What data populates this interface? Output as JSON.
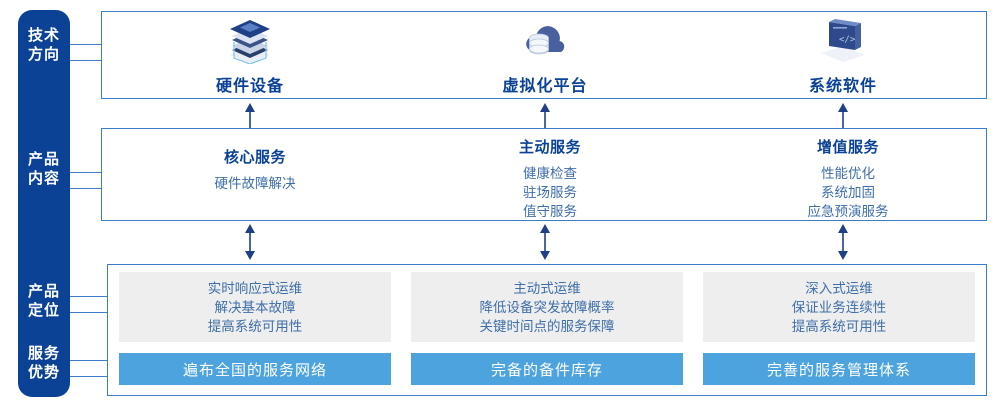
{
  "rail": {
    "groups": [
      {
        "name": "tech-direction",
        "lines": [
          "技术",
          "方向"
        ]
      },
      {
        "name": "product-content",
        "lines": [
          "产品",
          "内容"
        ]
      },
      {
        "name": "product-positioning",
        "lines": [
          "产品",
          "定位"
        ]
      },
      {
        "name": "service-advantage",
        "lines": [
          "服务",
          "优势"
        ]
      }
    ]
  },
  "tech_row": {
    "items": [
      {
        "icon": "server-stack-icon",
        "label": "硬件设备"
      },
      {
        "icon": "cloud-database-icon",
        "label": "虚拟化平台"
      },
      {
        "icon": "laptop-code-icon",
        "label": "系统软件"
      }
    ]
  },
  "content_row": {
    "columns": [
      {
        "title": "核心服务",
        "items": [
          "硬件故障解决"
        ]
      },
      {
        "title": "主动服务",
        "items": [
          "健康检查",
          "驻场服务",
          "值守服务"
        ]
      },
      {
        "title": "增值服务",
        "items": [
          "性能优化",
          "系统加固",
          "应急预演服务"
        ]
      }
    ]
  },
  "positioning_row": {
    "cards": [
      {
        "lines": [
          "实时响应式运维",
          "解决基本故障",
          "提高系统可用性"
        ]
      },
      {
        "lines": [
          "主动式运维",
          "降低设备突发故障概率",
          "关键时间点的服务保障"
        ]
      },
      {
        "lines": [
          "深入式运维",
          "保证业务连续性",
          "提高系统可用性"
        ]
      }
    ]
  },
  "advantage_row": {
    "bars": [
      "遍布全国的服务网络",
      "完备的备件库存",
      "完善的服务管理体系"
    ]
  },
  "arrows": {
    "up_single": "arrow-up",
    "double": "arrow-up-down",
    "down_single": "arrow-down"
  },
  "colors": {
    "rail_blue": "#0b4296",
    "border_blue": "#3d7cc9",
    "title_blue": "#0b4296",
    "body_blue": "#3f6ea8",
    "card_gray": "#eeeeee",
    "bar_blue": "#4da3dd"
  }
}
